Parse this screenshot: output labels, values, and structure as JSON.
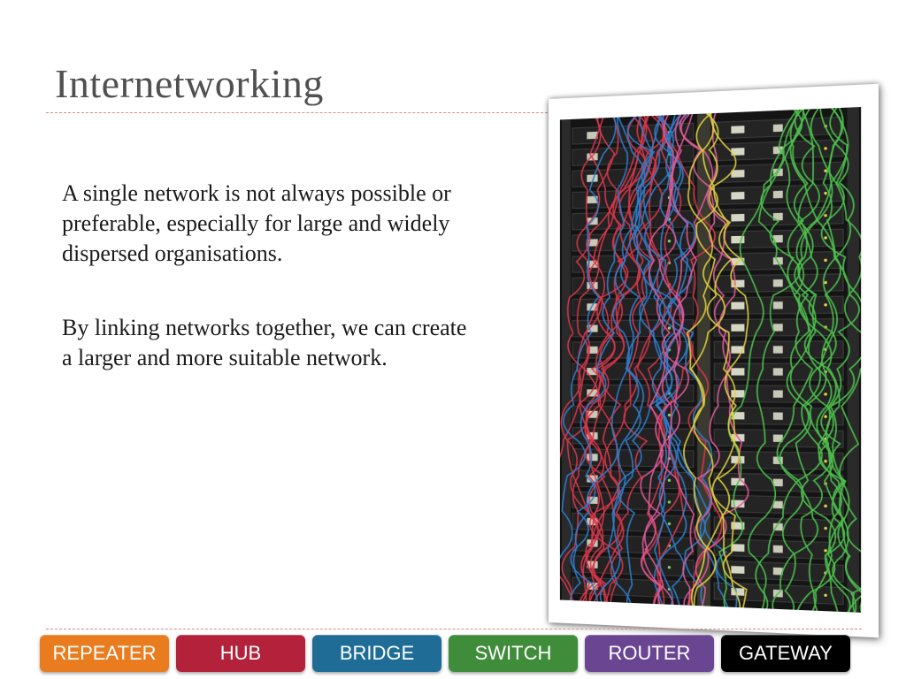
{
  "slide": {
    "title": "Internetworking",
    "paragraphs": [
      "A single network is not always possible or preferable, especially for large and widely dispersed organisations.",
      "By linking networks together, we can create a larger and more suitable network."
    ]
  },
  "nav": {
    "tabs": [
      {
        "label": "REPEATER",
        "color": "#e87c1e"
      },
      {
        "label": "HUB",
        "color": "#b3213a"
      },
      {
        "label": "BRIDGE",
        "color": "#1f6d96"
      },
      {
        "label": "SWITCH",
        "color": "#3f8c3a"
      },
      {
        "label": "ROUTER",
        "color": "#6a4592"
      },
      {
        "label": "GATEWAY",
        "color": "#000000"
      }
    ]
  }
}
